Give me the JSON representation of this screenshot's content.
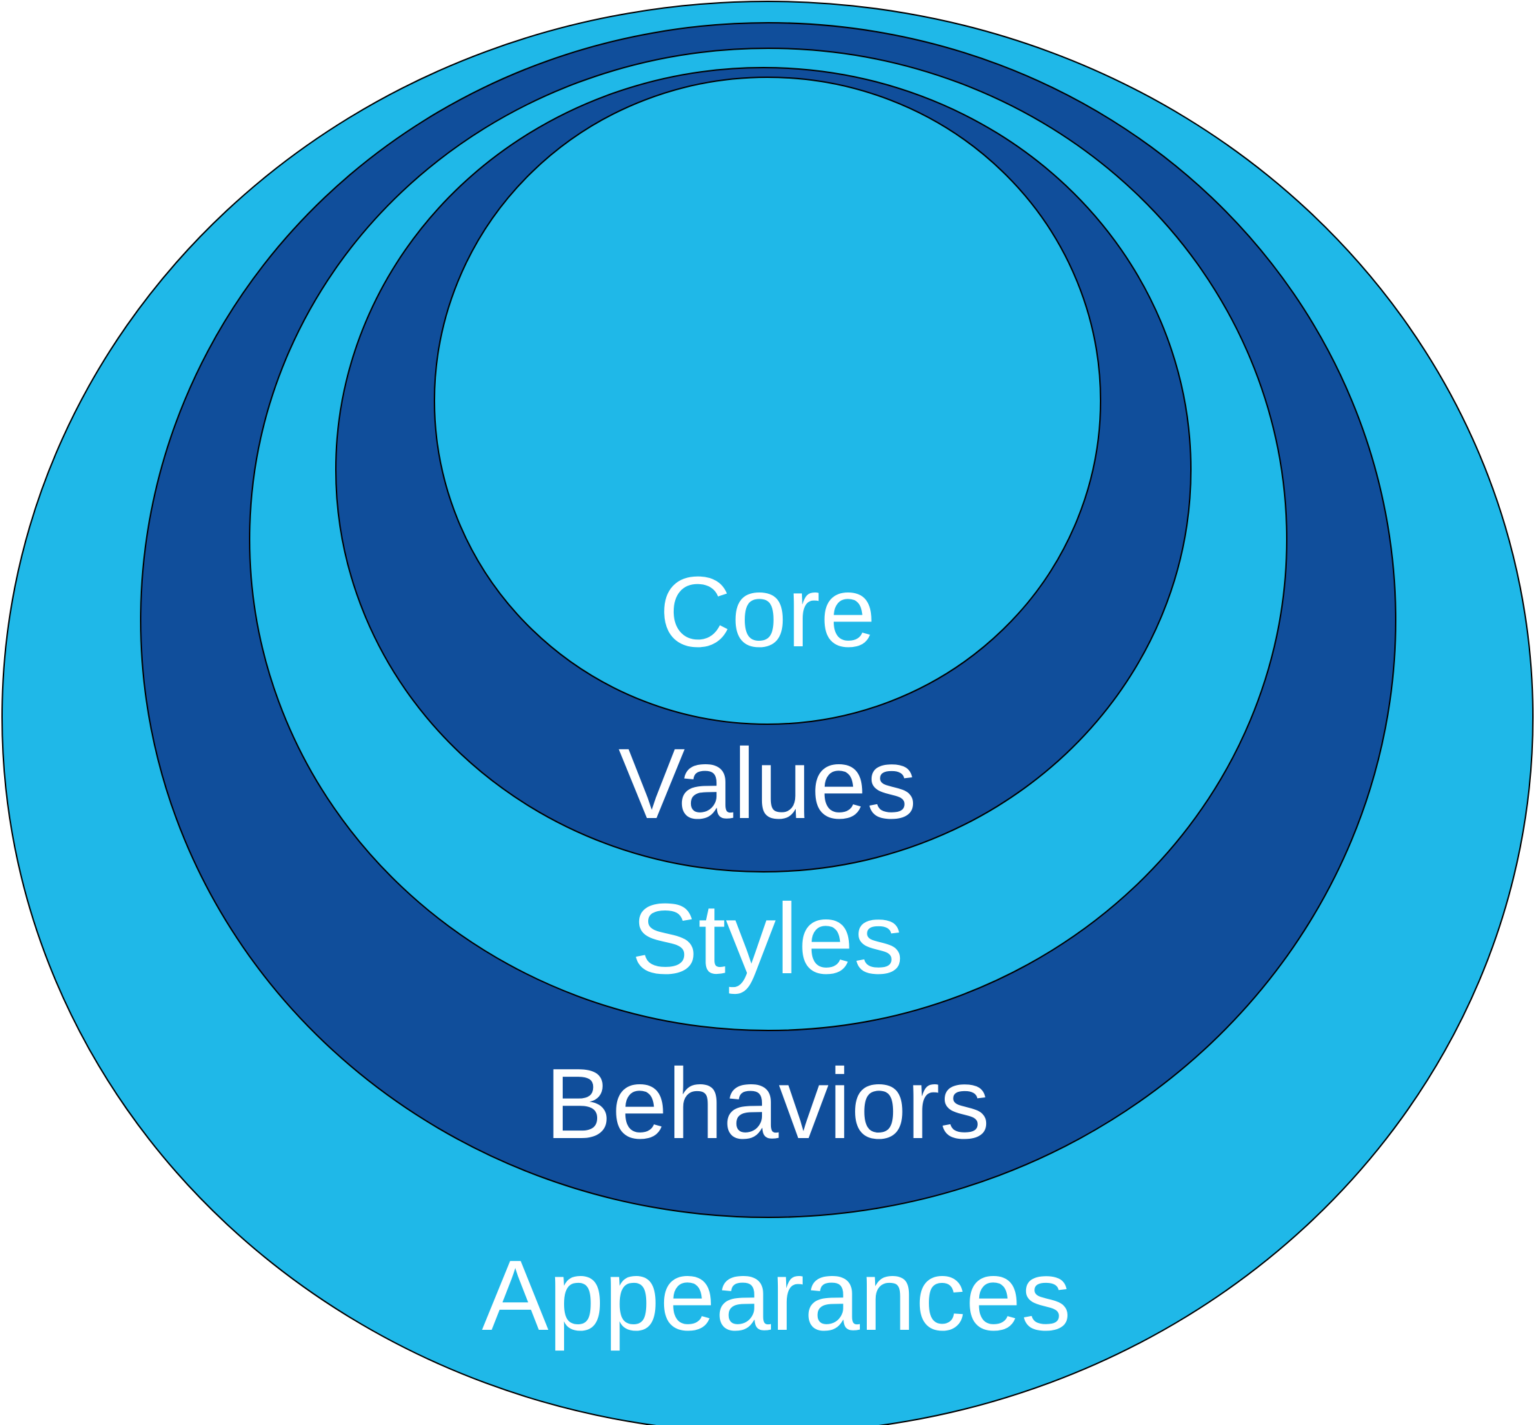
{
  "diagram": {
    "colors": {
      "light": "#1FB8E8",
      "dark": "#104E9B",
      "text": "#FFFFFF",
      "outline": "#000000"
    },
    "layers": [
      {
        "label": "Appearances",
        "color": "#1FB8E8"
      },
      {
        "label": "Behaviors",
        "color": "#104E9B"
      },
      {
        "label": "Styles",
        "color": "#1FB8E8"
      },
      {
        "label": "Values",
        "color": "#104E9B"
      },
      {
        "label": "Core",
        "color": "#1FB8E8"
      }
    ]
  }
}
